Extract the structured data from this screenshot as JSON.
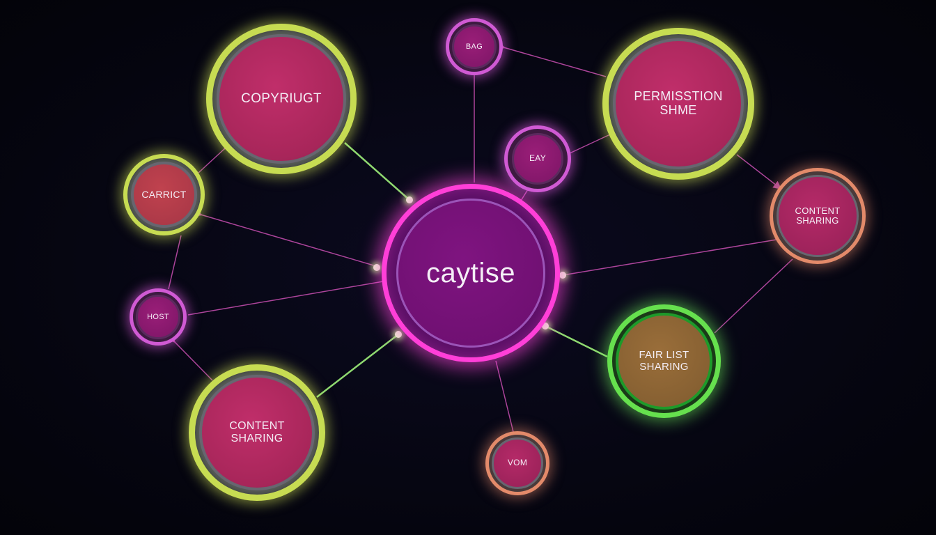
{
  "diagram": {
    "center": {
      "label": "caytise"
    },
    "nodes": {
      "copyright": "COPYRIUGT",
      "bag": "BAG",
      "permission": "PERMISSTION\nSHME",
      "eay": "EAY",
      "carrict": "CARRICT",
      "content_sharing_right": "CONTENT\nSHARING",
      "host": "HOST",
      "content_sharing_bottom": "CONTENT\nSHARING",
      "fair_list": "FAIR LIST\nSHARING",
      "vom": "VOM"
    },
    "colors": {
      "background": "#04040f",
      "node_fill": "#a8265a",
      "ring_yellow": "#c7dc52",
      "ring_pink": "#d05ad4",
      "ring_orange": "#e38a6a",
      "ring_green": "#66e04e",
      "center_ring": "#ff3fd8",
      "edge_pink": "#c94fb2",
      "edge_green": "#9ef07a"
    }
  }
}
